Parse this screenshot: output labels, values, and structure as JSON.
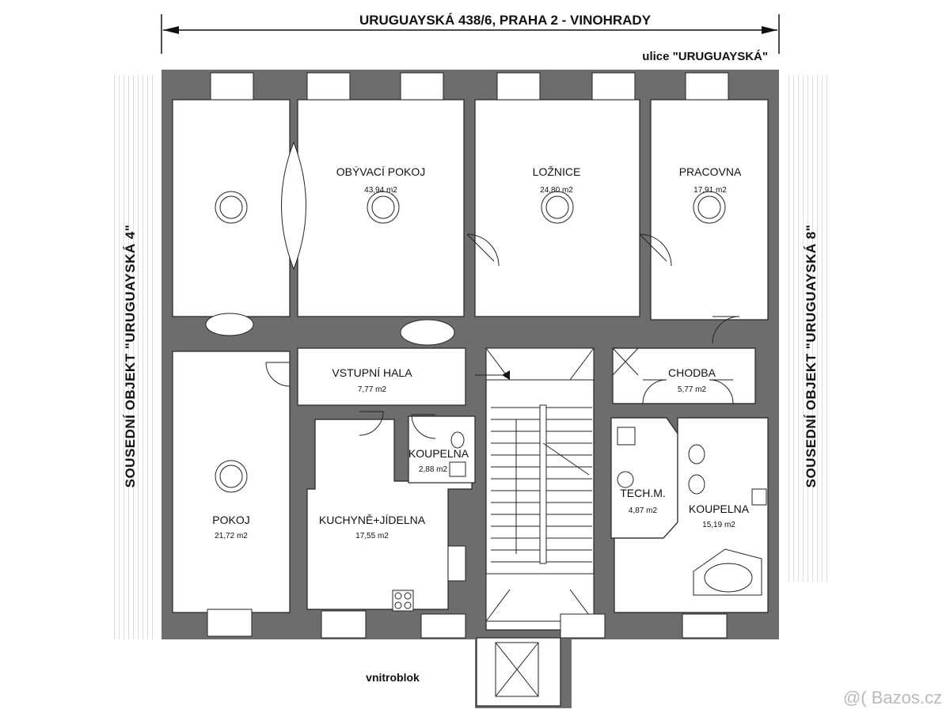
{
  "title": "URUGUAYSKÁ 438/6, PRAHA 2 - VINOHRADY",
  "street_label": "ulice \"URUGUAYSKÁ\"",
  "left_neighbor": "SOUSEDNÍ OBJEKT \"URUGUAYSKÁ 4\"",
  "right_neighbor": "SOUSEDNÍ OBJEKT \"URUGUAYSKÁ 8\"",
  "courtyard_label": "vnitroblok",
  "watermark": "@( Bazos.cz",
  "rooms": [
    {
      "name": "OBÝVACÍ  POKOJ",
      "area": "43,94  m2"
    },
    {
      "name": "LOŽNICE",
      "area": "24,80  m2"
    },
    {
      "name": "PRACOVNA",
      "area": "17,91  m2"
    },
    {
      "name": "VSTUPNÍ  HALA",
      "area": "7,77  m2"
    },
    {
      "name": "CHODBA",
      "area": "5,77  m2"
    },
    {
      "name": "KOUPELNA",
      "area": "2,88  m2"
    },
    {
      "name": "TECH.M.",
      "area": "4,87  m2"
    },
    {
      "name": "KOUPELNA",
      "area": "15,19  m2"
    },
    {
      "name": "POKOJ",
      "area": "21,72  m2"
    },
    {
      "name": "KUCHYNĚ+JÍDELNA",
      "area": "17,55  m2"
    }
  ]
}
